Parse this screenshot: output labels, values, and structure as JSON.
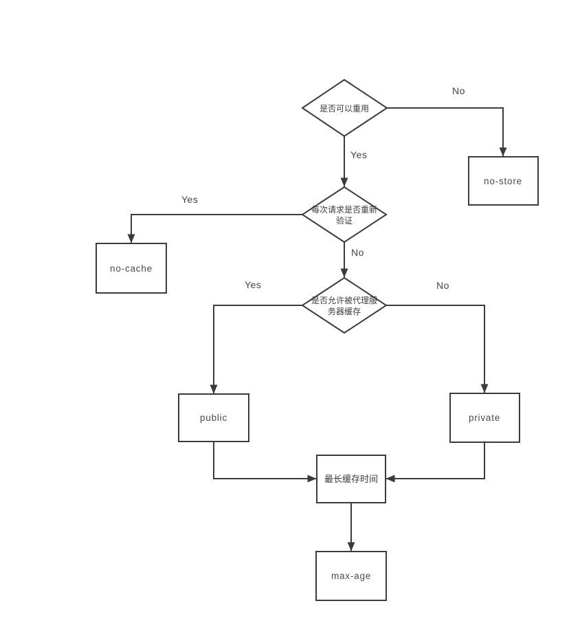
{
  "diagram": {
    "kind": "flowchart",
    "colors": {
      "background": "#ffffff",
      "line": "#3b3b3b",
      "shape_border": "#3b3b3b",
      "shape_fill": "#ffffff",
      "label_text": "#434343"
    },
    "nodes": {
      "reuse_decision": {
        "shape": "diamond",
        "label": "是否可以重用"
      },
      "revalidate_decision": {
        "shape": "diamond",
        "line1": "每次请求是否重新",
        "line2": "验证"
      },
      "proxy_cache_decision": {
        "shape": "diamond",
        "line1": "是否允许被代理服",
        "line2": "务器缓存"
      },
      "no_store": {
        "shape": "rect",
        "label": "no-store"
      },
      "no_cache": {
        "shape": "rect",
        "label": "no-cache"
      },
      "public_box": {
        "shape": "rect",
        "label": "public"
      },
      "private_box": {
        "shape": "rect",
        "label": "private"
      },
      "max_cache_time": {
        "shape": "rect",
        "label": "最长缓存时间"
      },
      "max_age": {
        "shape": "rect",
        "label": "max-age"
      }
    },
    "edges": {
      "reuse_no": {
        "from": "reuse_decision",
        "to": "no_store",
        "label": "No"
      },
      "reuse_yes": {
        "from": "reuse_decision",
        "to": "revalidate_decision",
        "label": "Yes"
      },
      "revalidate_yes": {
        "from": "revalidate_decision",
        "to": "no_cache",
        "label": "Yes"
      },
      "revalidate_no": {
        "from": "revalidate_decision",
        "to": "proxy_cache_decision",
        "label": "No"
      },
      "proxy_yes": {
        "from": "proxy_cache_decision",
        "to": "public_box",
        "label": "Yes"
      },
      "proxy_no": {
        "from": "proxy_cache_decision",
        "to": "private_box",
        "label": "No"
      },
      "public_out": {
        "from": "public_box",
        "to": "max_cache_time",
        "label": ""
      },
      "private_out": {
        "from": "private_box",
        "to": "max_cache_time",
        "label": ""
      },
      "max_cache_out": {
        "from": "max_cache_time",
        "to": "max_age",
        "label": ""
      }
    }
  }
}
